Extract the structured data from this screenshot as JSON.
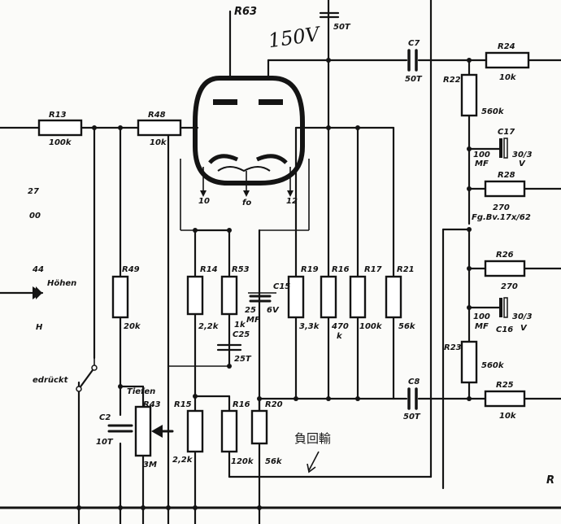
{
  "labels": {
    "top_resistor": "R63",
    "voltage": "150V",
    "cap_top_value": "50T",
    "r13": "R13",
    "r13_val": "100k",
    "r48": "R48",
    "r48_val": "10k",
    "left_27": "27",
    "left_00": "00",
    "left_44": "44",
    "hoehen": "Höhen",
    "left_h": "H",
    "pin_10": "10",
    "pin_fo": "fo",
    "pin_12": "12",
    "r49": "R49",
    "r49_val": "20k",
    "r14": "R14",
    "r14_val": "2,2k",
    "r53": "R53",
    "r53_val": "1k",
    "c15": "C15",
    "c15_val1": "25",
    "c15_val2": "MF",
    "c15_val3": "6V",
    "c25": "C25",
    "c25_val": "25T",
    "r19": "R19",
    "r19_val": "3,3k",
    "r16a": "R16",
    "r16a_val1": "470",
    "r16a_val2": "k",
    "r17": "R17",
    "r17_val": "100k",
    "r21": "R21",
    "r21_val": "56k",
    "c7": "C7",
    "c7_val": "50T",
    "r24": "R24",
    "r24_val": "10k",
    "r22": "R22",
    "r22_val": "560k",
    "c17": "C17",
    "c17_a": "100",
    "c17_b": "MF",
    "c17_c": "30/3",
    "c17_d": "V",
    "r28": "R28",
    "r28_val": "270",
    "fg": "Fg.Bv.17x/62",
    "r26": "R26",
    "r26_val": "270",
    "c16": "C16",
    "c16_a": "100",
    "c16_b": "MF",
    "c16_c": "30/3",
    "c16_d": "V",
    "r23": "R23",
    "r23_val": "560k",
    "c8": "C8",
    "c8_val": "50T",
    "r25": "R25",
    "r25_val": "10k",
    "gedrueckt": "edrückt",
    "tiefen": "Tiefen",
    "r43": "R43",
    "r43_val": "3M",
    "c2": "C2",
    "c2_val": "10T",
    "r15": "R15",
    "r15_val": "2,2k",
    "r16b": "R16",
    "r16b_val": "120k",
    "r20": "R20",
    "r20_val": "56k",
    "feedback": "負回輸",
    "right_r": "R"
  }
}
